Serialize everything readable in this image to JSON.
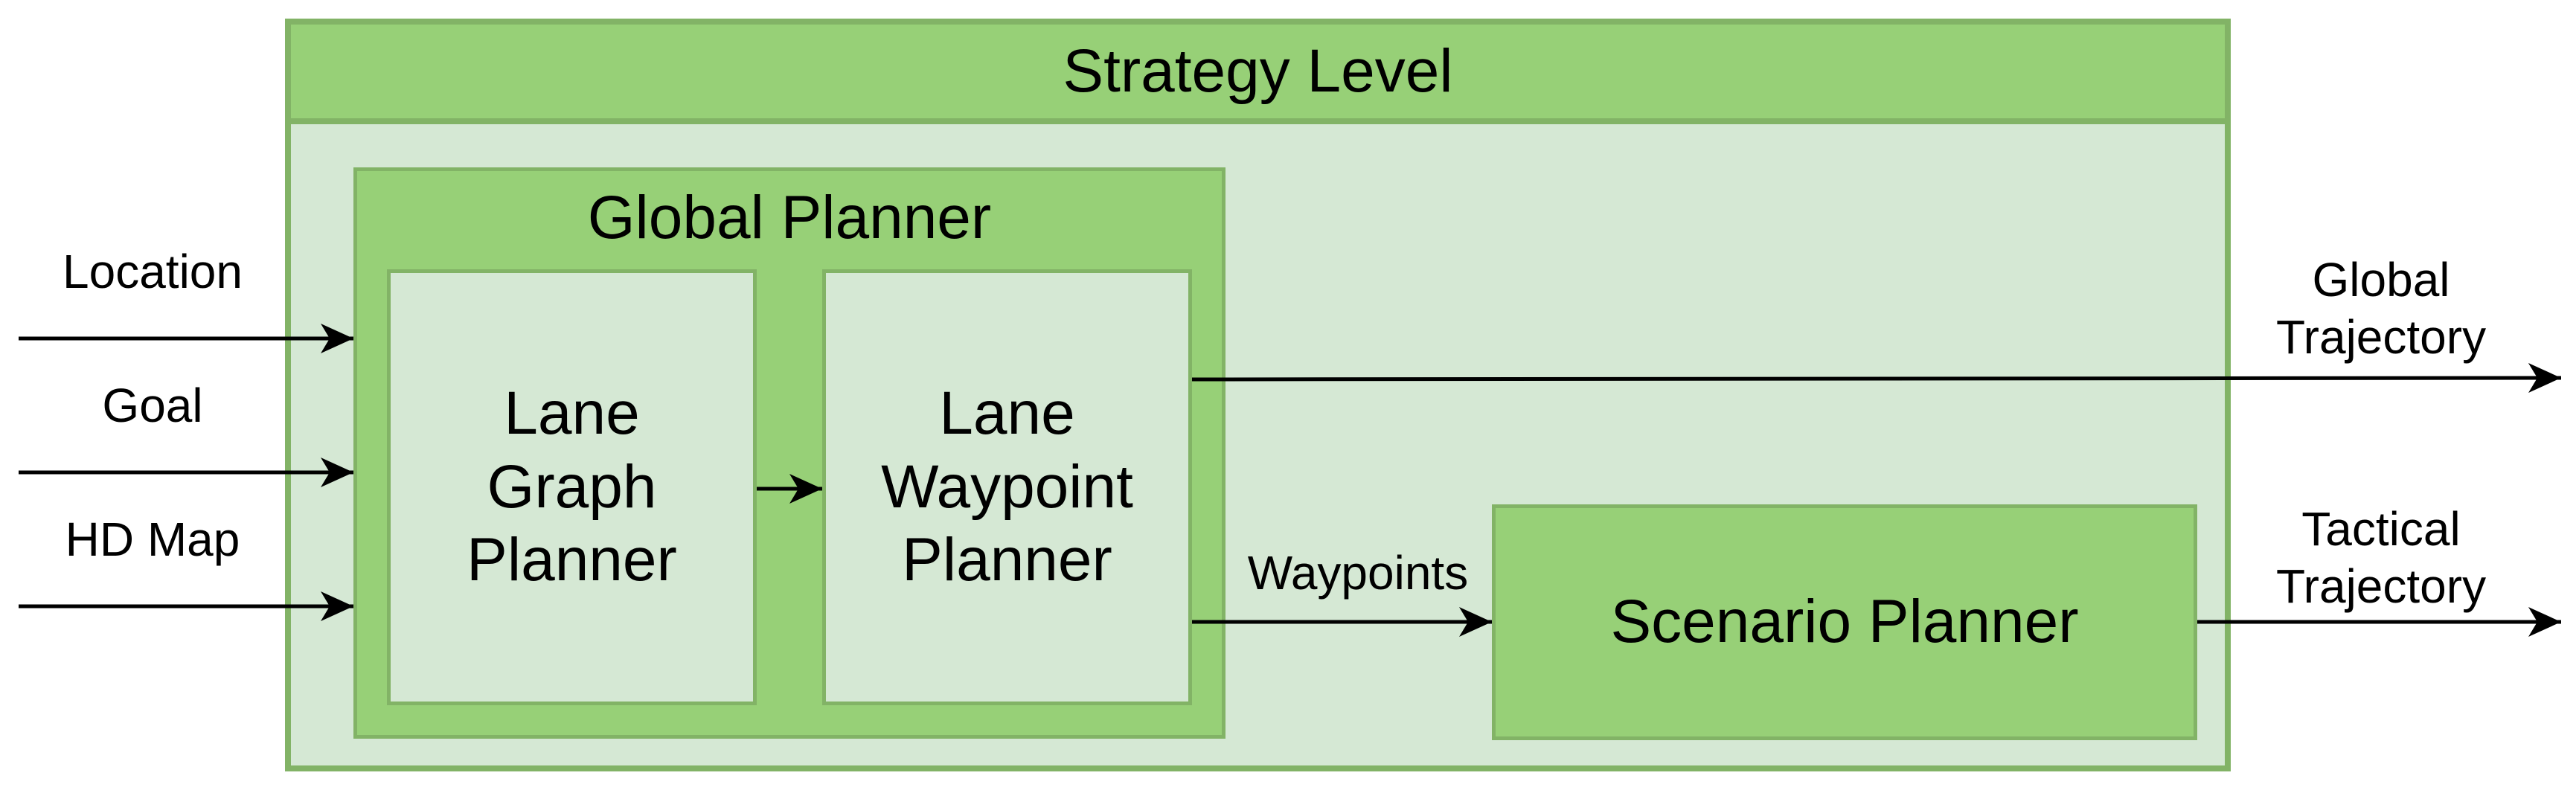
{
  "colors": {
    "container_fill": "#d5e8d4",
    "accent_fill": "#97d077",
    "border": "#82b366",
    "arrow": "#000000"
  },
  "strategy_level": {
    "title": "Strategy Level"
  },
  "global_planner": {
    "title": "Global Planner",
    "lane_graph_planner": "Lane\nGraph\nPlanner",
    "lane_waypoint_planner": "Lane\nWaypoint\nPlanner"
  },
  "scenario_planner": {
    "title": "Scenario Planner"
  },
  "inputs": {
    "location": "Location",
    "goal": "Goal",
    "hd_map": "HD Map"
  },
  "edges": {
    "waypoints": "Waypoints"
  },
  "outputs": {
    "global_trajectory": "Global\nTrajectory",
    "tactical_trajectory": "Tactical\nTrajectory"
  }
}
